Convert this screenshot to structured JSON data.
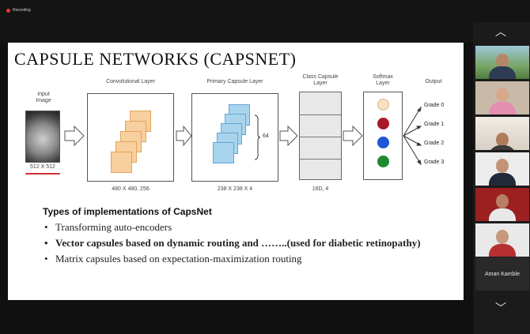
{
  "recording_label": "Recording",
  "slide": {
    "title": "CAPSULE NETWORKS (CAPSNET)",
    "diagram": {
      "input_label": "Input\nImage",
      "input_dim": "512 X 512",
      "conv_label": "Convolutional Layer",
      "conv_dim": "480 X 480, 256",
      "primary_label": "Primary Capsule Layer",
      "primary_dim": "238 X 238 X 4",
      "primary_brace": "64",
      "class_label": "Class Capsule\nLayer",
      "class_dim": "16D, 4",
      "softmax_label": "Softmax\nLayer",
      "output_label": "Output",
      "grades": [
        "Grade 0",
        "Grade 1",
        "Grade 2",
        "Grade 3"
      ],
      "colors": {
        "grade0": "#f8dfbe",
        "grade1": "#a8182a",
        "grade2": "#1d56d6",
        "grade3": "#1e8a2f",
        "conv": "#f8cf9e",
        "primary": "#a9d4ee"
      }
    },
    "bullets": {
      "heading": "Types of implementations of CapsNet",
      "items": [
        "Transforming auto-encoders",
        "Vector capsules based on dynamic routing and ……..(used for diabetic retinopathy)",
        "Matrix capsules based on expectation-maximization routing"
      ]
    }
  },
  "sidebar": {
    "participant_name": "Aman Kamble"
  }
}
